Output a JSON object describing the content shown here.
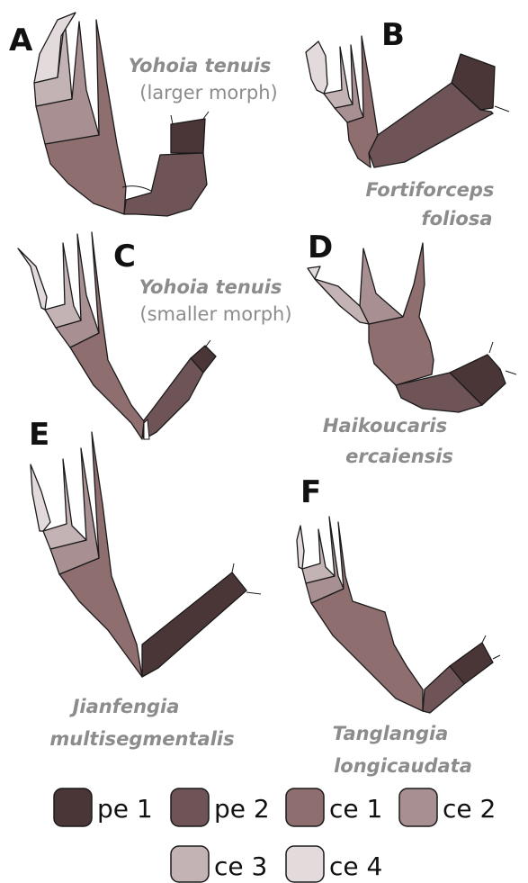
{
  "panels": [
    {
      "letter": "A",
      "species": "Yohoia tenuis",
      "morph": "(larger morph)"
    },
    {
      "letter": "B",
      "species_line1": "Fortiforceps",
      "species_line2": "foliosa"
    },
    {
      "letter": "C",
      "species": "Yohoia tenuis",
      "morph": "(smaller morph)"
    },
    {
      "letter": "D",
      "species_line1": "Haikoucaris",
      "species_line2": "ercaiensis"
    },
    {
      "letter": "E",
      "species_line1": "Jianfengia",
      "species_line2": "multisegmentalis"
    },
    {
      "letter": "F",
      "species_line1": "Tanglangia",
      "species_line2": "longicaudata"
    }
  ],
  "legend": [
    {
      "label": "pe 1",
      "color": "#4a3537"
    },
    {
      "label": "pe 2",
      "color": "#6e5457"
    },
    {
      "label": "ce 1",
      "color": "#8f6e6f"
    },
    {
      "label": "ce 2",
      "color": "#a89092"
    },
    {
      "label": "ce 3",
      "color": "#c4b3b4"
    },
    {
      "label": "ce 4",
      "color": "#e3dadb"
    }
  ],
  "colors": {
    "text_species": "#8c8c8c",
    "text_letter": "#111111",
    "outline": "#1a1a1a"
  }
}
